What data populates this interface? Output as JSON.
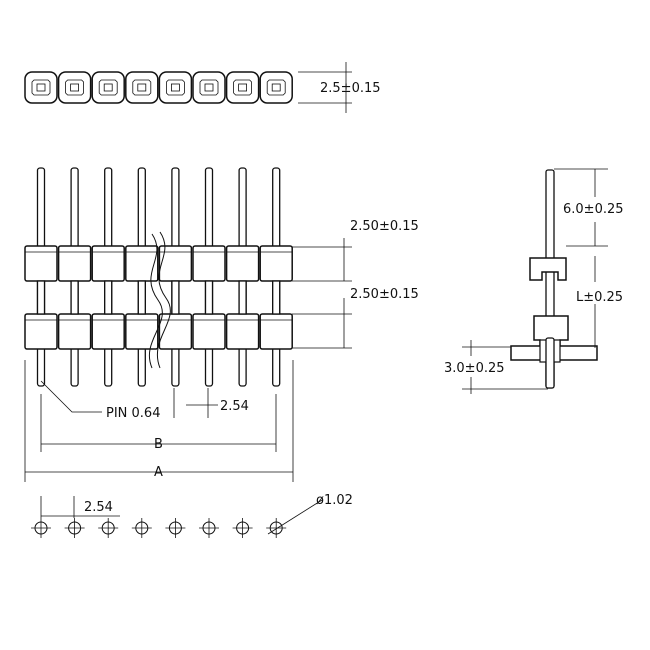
{
  "dims": {
    "top_row_height": "2.5±0.15",
    "upper_spacer_height": "2.50±0.15",
    "lower_spacer_height": "2.50±0.15",
    "pin_label": "PIN 0.64",
    "pitch_front": "2.54",
    "dim_b": "B",
    "dim_a": "A",
    "pitch_bottom": "2.54",
    "hole_diameter": "ø1.02",
    "side_top": "6.0±0.25",
    "side_length": "L±0.25",
    "side_bottom": "3.0±0.25"
  },
  "colors": {
    "line": "#111111",
    "background": "#ffffff"
  },
  "pin_count": 8
}
